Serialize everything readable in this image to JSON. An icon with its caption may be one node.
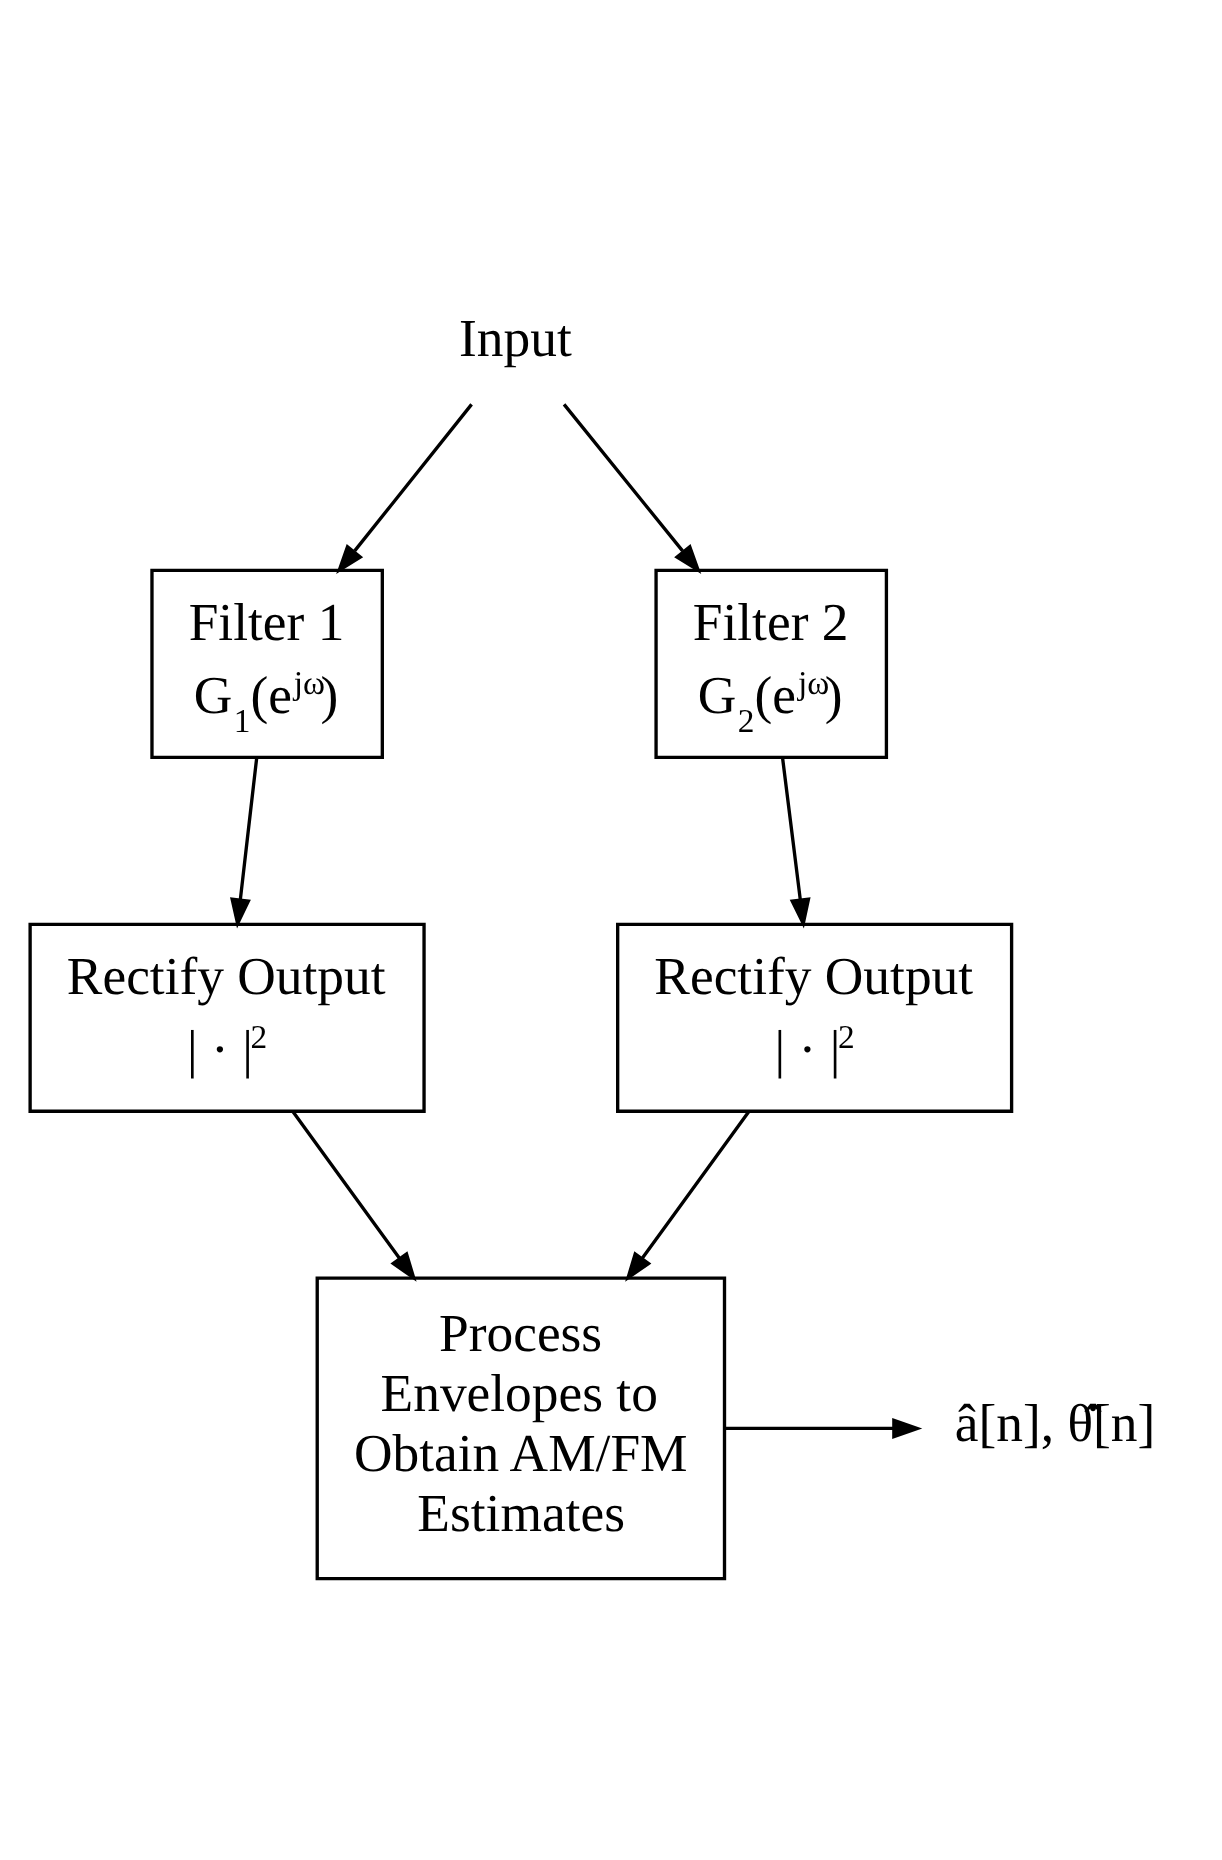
{
  "diagram": {
    "nodes": [
      {
        "text": [
          "Input"
        ]
      },
      {
        "text": [
          "Filter 1",
          "G$_{1}$(e$^{jω}$)"
        ]
      },
      {
        "text": [
          "Filter 2",
          "G$_{2}$(e$^{jω}$)"
        ]
      },
      {
        "text": [
          "Rectify Output",
          "| · |$^{2}$"
        ]
      },
      {
        "text": [
          "Rectify Output",
          "| · |$^{2}$"
        ]
      },
      {
        "text": [
          "Process Envelopes to Obtain AM/FM Estimates"
        ]
      },
      {
        "text": [
          "â[n], θ̇̂[n]"
        ]
      }
    ],
    "edges": [
      {
        "from": 0,
        "to": 1,
        "arrow": "to"
      },
      {
        "from": 0,
        "to": 2,
        "arrow": "to"
      },
      {
        "from": 1,
        "to": 3,
        "arrow": "to"
      },
      {
        "from": 2,
        "to": 4,
        "arrow": "to"
      },
      {
        "from": 3,
        "to": 5,
        "arrow": "to"
      },
      {
        "from": 4,
        "to": 5,
        "arrow": "to"
      },
      {
        "from": 5,
        "to": 6,
        "arrow": "to"
      }
    ]
  }
}
